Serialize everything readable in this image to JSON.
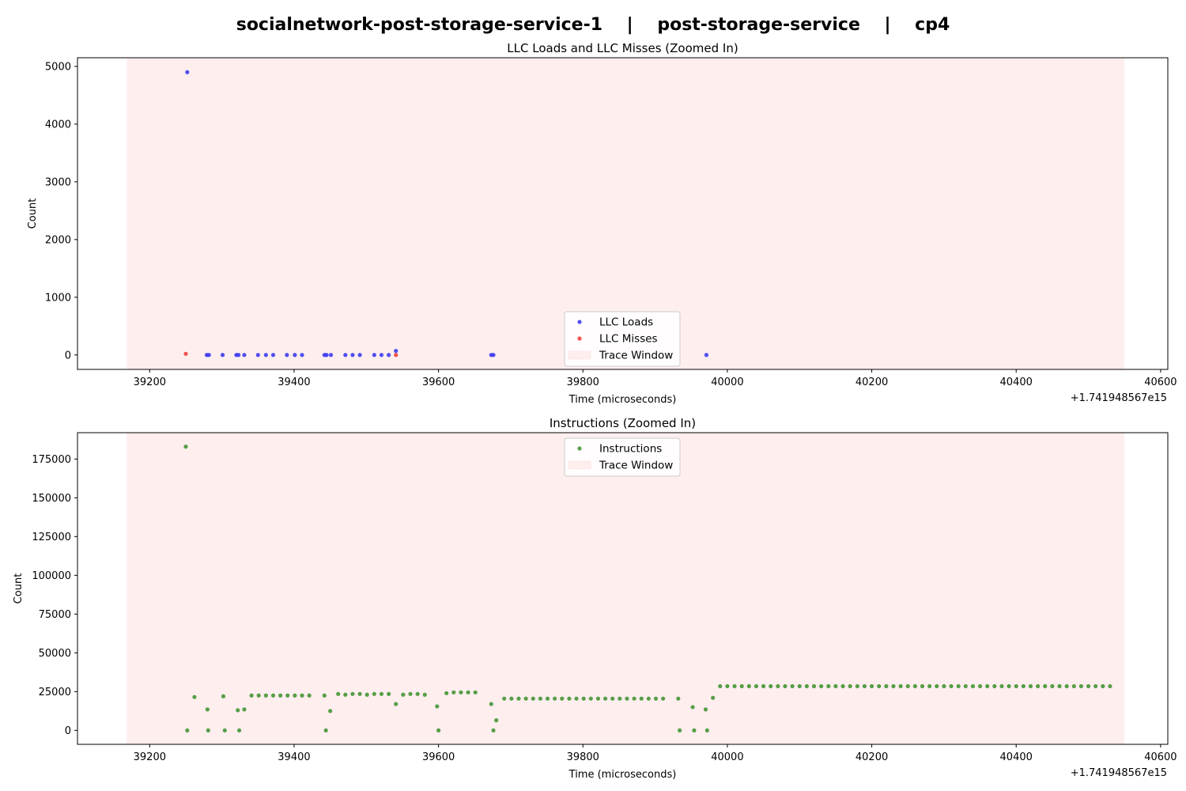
{
  "figure_title": "socialnetwork-post-storage-service-1    |    post-storage-service    |    cp4",
  "chart_data": [
    {
      "type": "scatter",
      "title": "LLC Loads and LLC Misses (Zoomed In)",
      "xlabel": "Time (microseconds)",
      "ylabel": "Count",
      "x_offset_label": "+1.741948567e15",
      "xlim": [
        39100,
        40610
      ],
      "ylim": [
        -250,
        5150
      ],
      "x_ticks": [
        39200,
        39400,
        39600,
        39800,
        40000,
        40200,
        40400,
        40600
      ],
      "y_ticks": [
        0,
        1000,
        2000,
        3000,
        4000,
        5000
      ],
      "grid": false,
      "legend_placement": "lower center",
      "trace_window": {
        "label": "Trace Window",
        "x": [
          39168,
          40550
        ],
        "color": "#ffeeee"
      },
      "series": [
        {
          "name": "LLC Loads",
          "color": "#3333ee",
          "points": [
            [
              39252,
              4900
            ],
            [
              39279,
              0
            ],
            [
              39282,
              0
            ],
            [
              39301,
              0
            ],
            [
              39320,
              0
            ],
            [
              39323,
              0
            ],
            [
              39331,
              0
            ],
            [
              39350,
              0
            ],
            [
              39361,
              0
            ],
            [
              39371,
              0
            ],
            [
              39390,
              0
            ],
            [
              39401,
              0
            ],
            [
              39411,
              0
            ],
            [
              39442,
              0
            ],
            [
              39445,
              0
            ],
            [
              39451,
              0
            ],
            [
              39471,
              0
            ],
            [
              39481,
              0
            ],
            [
              39491,
              0
            ],
            [
              39511,
              0
            ],
            [
              39521,
              0
            ],
            [
              39531,
              0
            ],
            [
              39541,
              70
            ],
            [
              39673,
              0
            ],
            [
              39676,
              0
            ],
            [
              39971,
              0
            ]
          ]
        },
        {
          "name": "LLC Misses",
          "color": "#ee3333",
          "points": [
            [
              39250,
              20
            ],
            [
              39541,
              0
            ]
          ]
        }
      ]
    },
    {
      "type": "scatter",
      "title": "Instructions (Zoomed In)",
      "xlabel": "Time (microseconds)",
      "ylabel": "Count",
      "x_offset_label": "+1.741948567e15",
      "xlim": [
        39100,
        40610
      ],
      "ylim": [
        -9000,
        192000
      ],
      "x_ticks": [
        39200,
        39400,
        39600,
        39800,
        40000,
        40200,
        40400,
        40600
      ],
      "y_ticks": [
        0,
        25000,
        50000,
        75000,
        100000,
        125000,
        150000,
        175000
      ],
      "grid": false,
      "legend_placement": "upper center",
      "trace_window": {
        "label": "Trace Window",
        "x": [
          39168,
          40550
        ],
        "color": "#ffeeee"
      },
      "series": [
        {
          "name": "Instructions",
          "color": "#3a8f2a",
          "points": [
            [
              39250,
              183000
            ],
            [
              39252,
              0
            ],
            [
              39262,
              21500
            ],
            [
              39280,
              13500
            ],
            [
              39281,
              0
            ],
            [
              39302,
              22000
            ],
            [
              39304,
              0
            ],
            [
              39322,
              13000
            ],
            [
              39324,
              0
            ],
            [
              39331,
              13500
            ],
            [
              39341,
              22500
            ],
            [
              39351,
              22500
            ],
            [
              39361,
              22500
            ],
            [
              39371,
              22500
            ],
            [
              39381,
              22500
            ],
            [
              39391,
              22500
            ],
            [
              39401,
              22500
            ],
            [
              39411,
              22500
            ],
            [
              39421,
              22500
            ],
            [
              39442,
              22500
            ],
            [
              39444,
              0
            ],
            [
              39450,
              12500
            ],
            [
              39461,
              23500
            ],
            [
              39471,
              23000
            ],
            [
              39481,
              23500
            ],
            [
              39491,
              23500
            ],
            [
              39501,
              23000
            ],
            [
              39511,
              23500
            ],
            [
              39521,
              23500
            ],
            [
              39531,
              23500
            ],
            [
              39541,
              17000
            ],
            [
              39551,
              23000
            ],
            [
              39561,
              23500
            ],
            [
              39571,
              23500
            ],
            [
              39581,
              23000
            ],
            [
              39598,
              15500
            ],
            [
              39600,
              0
            ],
            [
              39611,
              24000
            ],
            [
              39621,
              24500
            ],
            [
              39631,
              24500
            ],
            [
              39641,
              24500
            ],
            [
              39651,
              24500
            ],
            [
              39673,
              17000
            ],
            [
              39676,
              0
            ],
            [
              39680,
              6500
            ],
            [
              39691,
              20500
            ],
            [
              39701,
              20500
            ],
            [
              39711,
              20500
            ],
            [
              39721,
              20500
            ],
            [
              39731,
              20500
            ],
            [
              39741,
              20500
            ],
            [
              39751,
              20500
            ],
            [
              39761,
              20500
            ],
            [
              39771,
              20500
            ],
            [
              39781,
              20500
            ],
            [
              39791,
              20500
            ],
            [
              39801,
              20500
            ],
            [
              39811,
              20500
            ],
            [
              39821,
              20500
            ],
            [
              39831,
              20500
            ],
            [
              39841,
              20500
            ],
            [
              39851,
              20500
            ],
            [
              39861,
              20500
            ],
            [
              39871,
              20500
            ],
            [
              39881,
              20500
            ],
            [
              39891,
              20500
            ],
            [
              39901,
              20500
            ],
            [
              39911,
              20500
            ],
            [
              39932,
              20500
            ],
            [
              39934,
              0
            ],
            [
              39952,
              15000
            ],
            [
              39954,
              0
            ],
            [
              39970,
              13500
            ],
            [
              39972,
              0
            ],
            [
              39980,
              21000
            ],
            [
              39990,
              28500
            ],
            [
              40000,
              28500
            ],
            [
              40010,
              28500
            ],
            [
              40020,
              28500
            ],
            [
              40030,
              28500
            ],
            [
              40040,
              28500
            ],
            [
              40050,
              28500
            ],
            [
              40060,
              28500
            ],
            [
              40070,
              28500
            ],
            [
              40080,
              28500
            ],
            [
              40090,
              28500
            ],
            [
              40100,
              28500
            ],
            [
              40110,
              28500
            ],
            [
              40120,
              28500
            ],
            [
              40130,
              28500
            ],
            [
              40140,
              28500
            ],
            [
              40150,
              28500
            ],
            [
              40160,
              28500
            ],
            [
              40170,
              28500
            ],
            [
              40180,
              28500
            ],
            [
              40190,
              28500
            ],
            [
              40200,
              28500
            ],
            [
              40210,
              28500
            ],
            [
              40220,
              28500
            ],
            [
              40230,
              28500
            ],
            [
              40240,
              28500
            ],
            [
              40250,
              28500
            ],
            [
              40260,
              28500
            ],
            [
              40270,
              28500
            ],
            [
              40280,
              28500
            ],
            [
              40290,
              28500
            ],
            [
              40300,
              28500
            ],
            [
              40310,
              28500
            ],
            [
              40320,
              28500
            ],
            [
              40330,
              28500
            ],
            [
              40340,
              28500
            ],
            [
              40350,
              28500
            ],
            [
              40360,
              28500
            ],
            [
              40370,
              28500
            ],
            [
              40380,
              28500
            ],
            [
              40390,
              28500
            ],
            [
              40400,
              28500
            ],
            [
              40410,
              28500
            ],
            [
              40420,
              28500
            ],
            [
              40430,
              28500
            ],
            [
              40440,
              28500
            ],
            [
              40450,
              28500
            ],
            [
              40460,
              28500
            ],
            [
              40470,
              28500
            ],
            [
              40480,
              28500
            ],
            [
              40490,
              28500
            ],
            [
              40500,
              28500
            ],
            [
              40510,
              28500
            ],
            [
              40520,
              28500
            ],
            [
              40530,
              28500
            ]
          ]
        }
      ]
    }
  ]
}
